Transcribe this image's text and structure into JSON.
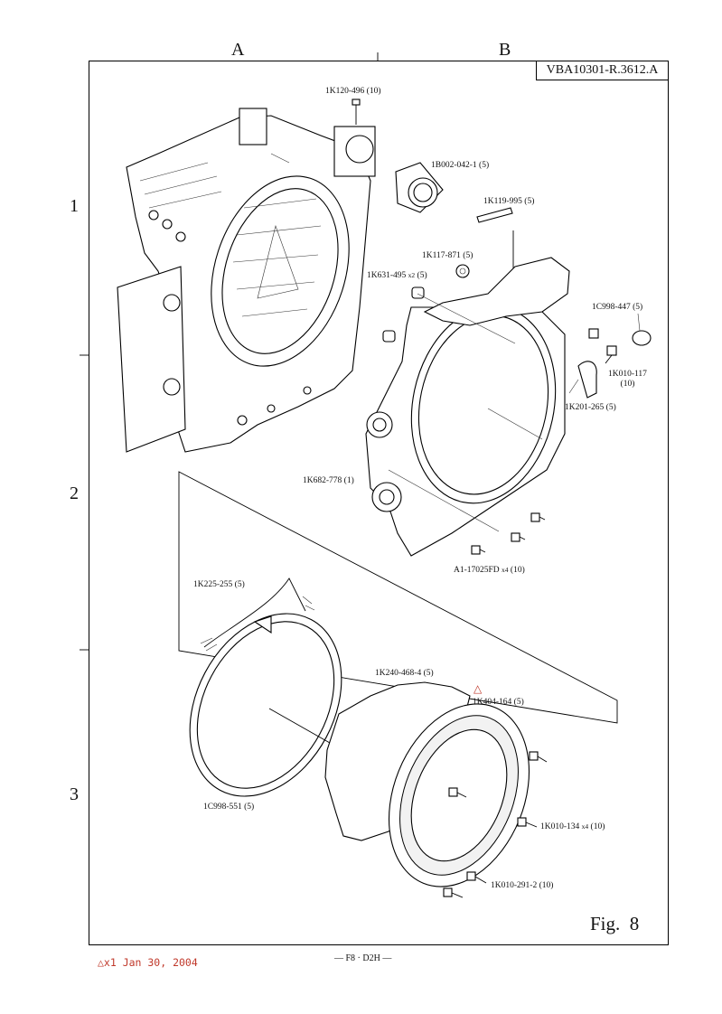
{
  "header": {
    "column_a": "A",
    "column_b": "B",
    "doc_id": "VBA10301-R.3612.A"
  },
  "rows": [
    "1",
    "2",
    "3"
  ],
  "parts": {
    "p_1K120_496": {
      "code": "1K120-496",
      "qty": "(10)"
    },
    "p_1B002_042_1": {
      "code": "1B002-042-1",
      "qty": "(5)"
    },
    "p_1K119_995": {
      "code": "1K119-995",
      "qty": "(5)"
    },
    "p_1K117_871": {
      "code": "1K117-871",
      "qty": "(5)"
    },
    "p_1K631_495": {
      "code": "1K631-495",
      "mult": "x2",
      "qty": "(5)"
    },
    "p_1C998_447": {
      "code": "1C998-447",
      "qty": "(5)"
    },
    "p_1K010_117": {
      "code": "1K010-117",
      "qty": "(10)"
    },
    "p_1K201_265": {
      "code": "1K201-265",
      "qty": "(5)"
    },
    "p_1K682_778": {
      "code": "1K682-778",
      "qty": "(1)"
    },
    "p_A1_17025FD": {
      "code": "A1-17025FD",
      "mult": "x4",
      "qty": "(10)"
    },
    "p_1K225_255": {
      "code": "1K225-255",
      "qty": "(5)"
    },
    "p_1K240_468_4": {
      "code": "1K240-468-4",
      "qty": "(5)"
    },
    "p_1K404_164": {
      "code": "1K404-164",
      "qty": "(5)"
    },
    "p_1C998_551": {
      "code": "1C998-551",
      "qty": "(5)"
    },
    "p_1K010_134": {
      "code": "1K010-134",
      "mult": "x4",
      "qty": "(10)"
    },
    "p_1K010_291_2": {
      "code": "1K010-291-2",
      "qty": "(10)"
    }
  },
  "revision_mark": "△",
  "figure_label": "Fig.  8",
  "revision_note": "△x1 Jan 30, 2004",
  "page_number": "— F8 · D2H —",
  "colors": {
    "revision": "#c0392b",
    "line": "#000000"
  }
}
